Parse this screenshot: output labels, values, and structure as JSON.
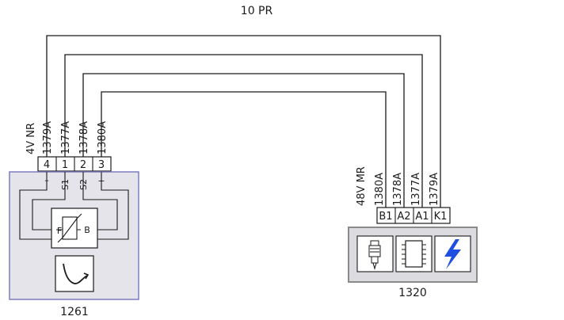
{
  "harness_label": "10 PR",
  "left_component": {
    "id": "1261",
    "connector": "4V NR",
    "pins": [
      "4",
      "1",
      "2",
      "3"
    ],
    "wires": [
      "1379A",
      "1377A",
      "1378A",
      "1380A"
    ],
    "internal_labels": [
      "–",
      "S1",
      "S2",
      "+"
    ],
    "sensor_letters": [
      "F",
      "B"
    ]
  },
  "right_component": {
    "id": "1320",
    "connector": "48V MR",
    "pins": [
      "B1",
      "A2",
      "A1",
      "K1"
    ],
    "wires": [
      "1380A",
      "1378A",
      "1377A",
      "1379A"
    ],
    "icons": [
      "injector-icon",
      "chip-icon",
      "lightning-icon"
    ]
  },
  "colors": {
    "box_fill": "#e4e4ea",
    "box_border": "#7d7dbf",
    "ecu_fill": "#dcdce0",
    "ecu_border": "#8a8a8a",
    "wire": "#1a1a1a",
    "lightning": "#1f4fe0"
  }
}
